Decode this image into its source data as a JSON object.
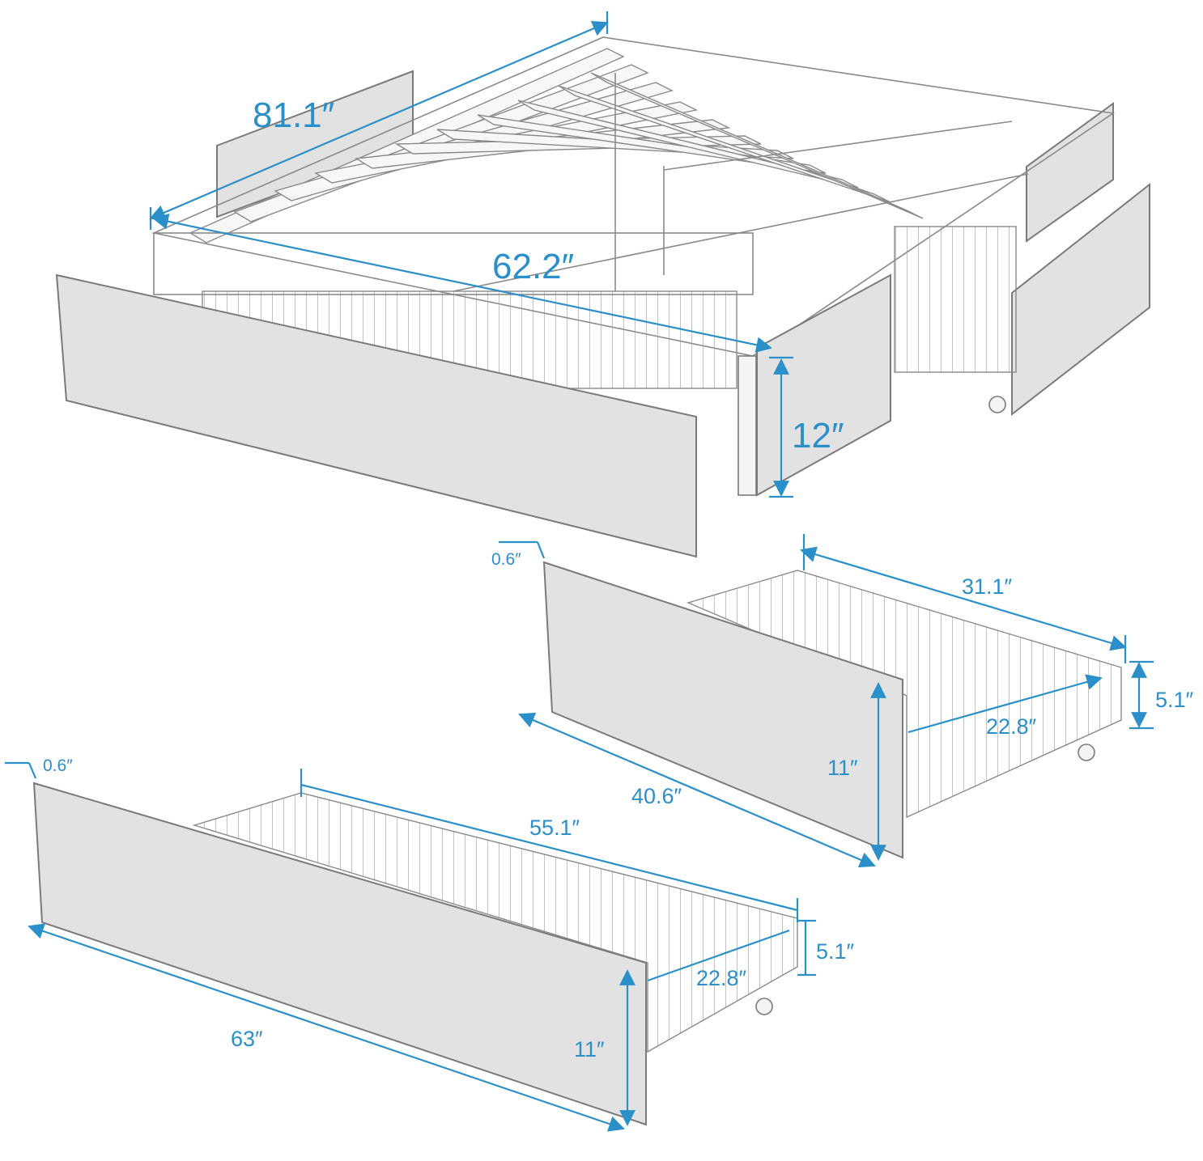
{
  "dimensions": {
    "bed_length": "81.1″",
    "bed_width": "62.2″",
    "bed_height": "12″",
    "small_drawer_panel_thickness": "0.6″",
    "small_drawer_depth": "31.1″",
    "small_drawer_height": "5.1″",
    "small_drawer_inner_width": "22.8″",
    "small_drawer_panel_height": "11″",
    "small_drawer_panel_length": "40.6″",
    "large_drawer_panel_thickness": "0.6″",
    "large_drawer_depth": "55.1″",
    "large_drawer_height": "5.1″",
    "large_drawer_inner_width": "22.8″",
    "large_drawer_panel_height": "11″",
    "large_drawer_panel_length": "63″"
  },
  "colors": {
    "dimension_blue": "#2b8fc9",
    "fabric_gray": "#e2e2e2",
    "line_gray": "#8a8a8a"
  }
}
